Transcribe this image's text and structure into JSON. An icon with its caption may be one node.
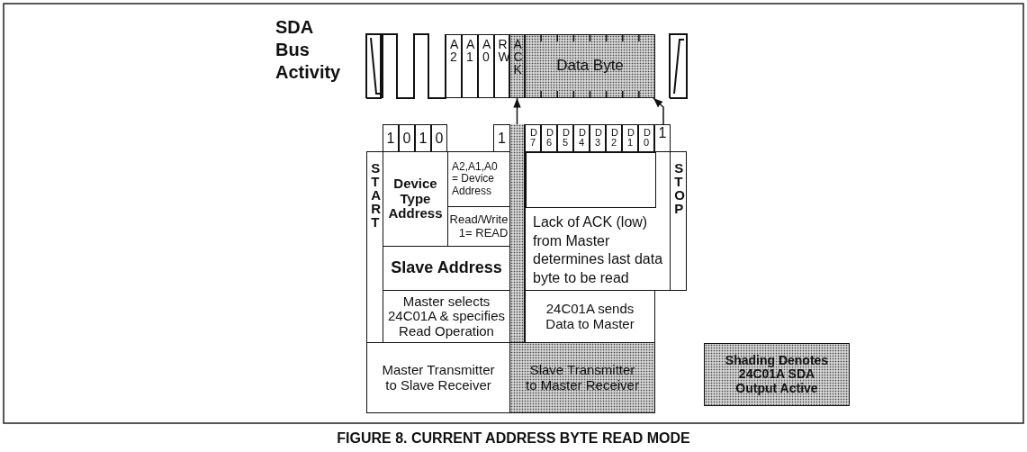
{
  "diagram": {
    "caption": "FIGURE 8. CURRENT ADDRESS BYTE READ MODE",
    "nodes": [
      {
        "text": [
          "A2"
        ]
      },
      {
        "text": [
          "A1"
        ]
      },
      {
        "text": [
          "A0"
        ]
      },
      {
        "text": [
          "RW"
        ]
      },
      {
        "text": [
          "ACK"
        ]
      },
      {
        "text": [
          "Data Byte"
        ]
      },
      {
        "text": [
          "1"
        ]
      },
      {
        "text": [
          "0"
        ]
      },
      {
        "text": [
          "1"
        ]
      },
      {
        "text": [
          "0"
        ]
      },
      {
        "text": [
          "1"
        ]
      },
      {
        "text": [],
        "shape": "bar"
      },
      {
        "text": [
          "D7"
        ]
      },
      {
        "text": [
          "D6"
        ]
      },
      {
        "text": [
          "D5"
        ]
      },
      {
        "text": [
          "D4"
        ]
      },
      {
        "text": [
          "D3"
        ]
      },
      {
        "text": [
          "D2"
        ]
      },
      {
        "text": [
          "D1"
        ]
      },
      {
        "text": [
          "D0"
        ]
      },
      {
        "text": [
          "1"
        ]
      },
      {
        "text": [
          "START"
        ]
      },
      {
        "text": [
          "Device Type Address"
        ]
      },
      {
        "text": [
          "A2,A1,A0 = Device Address"
        ]
      },
      {
        "text": [
          "Read/Write 1= READ"
        ]
      },
      {
        "text": [
          "Slave Address"
        ]
      },
      {
        "text": [
          "Master selects 24C01A & specifies Read Operation"
        ]
      },
      {
        "text": [
          "Lack of ACK (low) from Master determines last data byte to be read"
        ]
      },
      {
        "text": [],
        "shape": "box",
        "in": 27
      },
      {
        "text": [
          "STOP"
        ]
      },
      {
        "text": [
          "24C01A sends Data to Master"
        ]
      },
      {
        "text": [
          "Master Transmitter to Slave Receiver"
        ]
      },
      {
        "text": [
          "Slave Transmitter to Master Receiver"
        ]
      }
    ],
    "edges": [
      {
        "from": 11,
        "to": 4,
        "arrow": "to"
      },
      {
        "from": 20,
        "to": 5,
        "arrow": "to"
      }
    ],
    "labels": [
      "SDA Bus Activity"
    ],
    "legend": [
      {
        "text": "Shading Denotes 24C01A SDA Output Active",
        "color": "#d4d4d4"
      }
    ]
  }
}
